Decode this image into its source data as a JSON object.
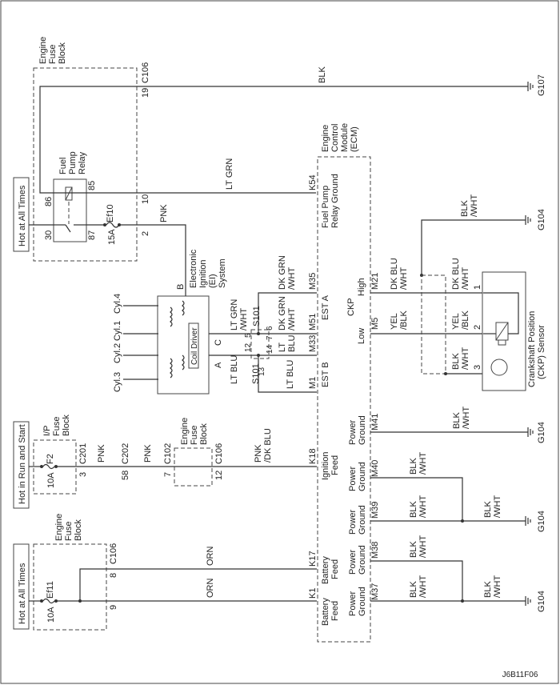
{
  "diagram_id": "J6B11F06",
  "power_sources": {
    "top": "Hot at All Times",
    "middle": "Hot in Run and Start",
    "bottom": "Hot at All Times"
  },
  "blocks": {
    "engine_fuse_block": [
      "Engine",
      "Fuse",
      "Block"
    ],
    "ip_fuse_block": [
      "I/P",
      "Fuse",
      "Block"
    ],
    "fuel_pump_relay": [
      "Fuel",
      "Pump",
      "Relay"
    ],
    "ei_system": [
      "Electronic",
      "Ignition",
      "(EI)",
      "System"
    ],
    "ecm": [
      "Engine",
      "Control",
      "Module",
      "(ECM)"
    ],
    "ckp_sensor": [
      "Crankshaft Position",
      "(CKP) Sensor"
    ],
    "coil_driver": "Coil Driver"
  },
  "fuses": {
    "ef10": {
      "name": "Ef10",
      "rating": "15A"
    },
    "f2": {
      "name": "F2",
      "rating": "10A"
    },
    "ef11": {
      "name": "Ef11",
      "rating": "10A"
    }
  },
  "relay_pins": {
    "p86": "86",
    "p85": "85",
    "p30": "30",
    "p87": "87"
  },
  "connectors": {
    "c106": "C106",
    "c201": "C201",
    "c202": "C202",
    "c102": "C102",
    "s101": "S101"
  },
  "pins": {
    "c106_19": "19",
    "c106_10": "10",
    "c106_2": "2",
    "c201_3": "3",
    "c202_58": "58",
    "c102_7": "7",
    "c106_12": "12",
    "c106_8": "8",
    "c106_9": "9",
    "ei_b": "B",
    "ei_c": "C",
    "ei_a": "A",
    "s_12": "12",
    "s_5": "5",
    "s_7": "7",
    "s_6": "6",
    "s_13": "13",
    "s_14": "14",
    "ckp_1": "1",
    "ckp_2": "2",
    "ckp_3": "3"
  },
  "cylinders": [
    "Cyl.4",
    "Cyl.1",
    "Cyl.2",
    "Cyl.3"
  ],
  "ecm_pins": {
    "k54": "K54",
    "m35": "M35",
    "m51": "M51",
    "m33": "M33",
    "m1": "M1",
    "m21": "M21",
    "m5": "M5",
    "m41": "M41",
    "k18": "K18",
    "m40": "M40",
    "m39": "M39",
    "k17": "K17",
    "m38": "M38",
    "k1": "K1",
    "m37": "M37"
  },
  "ecm_labels": {
    "fuel_pump_relay_ground": [
      "Fuel Pump",
      "Relay Ground"
    ],
    "est_a": "EST A",
    "est_b": "EST B",
    "ckp": "CKP",
    "high": "High",
    "low": "Low",
    "power_ground": [
      "Power",
      "Ground"
    ],
    "ignition_feed": [
      "Ignition",
      "Feed"
    ],
    "battery_feed": [
      "Battery",
      "Feed"
    ]
  },
  "wire_colors": {
    "blk": "BLK",
    "lt_grn": "LT GRN",
    "pnk": "PNK",
    "lt_grn_wht": [
      "LT GRN",
      "/WHT"
    ],
    "lt_blu": "LT BLU",
    "dk_grn_wht": [
      "DK GRN",
      "/WHT"
    ],
    "lt_blu_2": [
      "LT",
      "BLU"
    ],
    "dk_blu_wht": [
      "DK BLU",
      "/WHT"
    ],
    "yel_blk": [
      "YEL",
      "/BLK"
    ],
    "blk_wht": [
      "BLK",
      "/WHT"
    ],
    "pnk_dk_blu": [
      "PNK",
      "/DK BLU"
    ],
    "orn": "ORN"
  },
  "grounds": {
    "g107": "G107",
    "g104": "G104"
  }
}
